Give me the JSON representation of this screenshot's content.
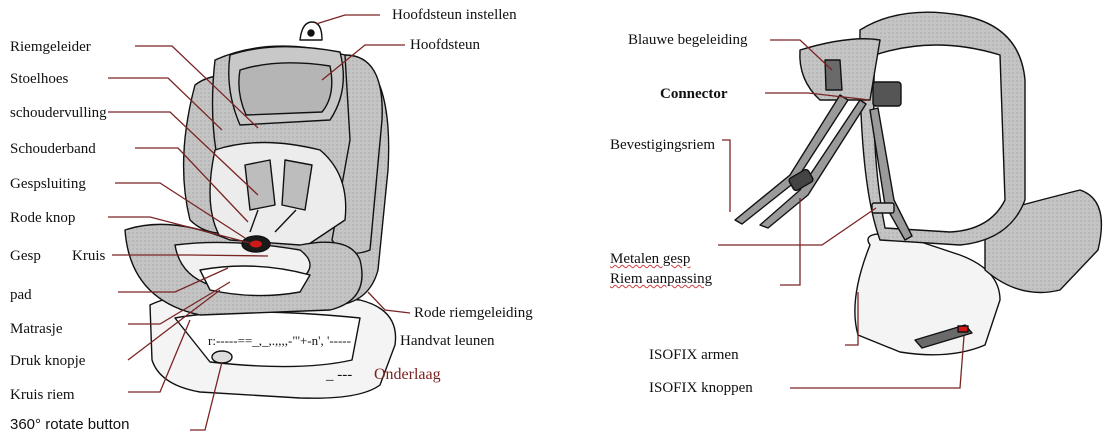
{
  "left_labels": {
    "hoofdsteun_instellen": "Hoofdsteun instellen",
    "hoofdsteun": "Hoofdsteun",
    "riemgeleider": "Riemgeleider",
    "stoelhoes": "Stoelhoes",
    "schoudervulling": "schoudervulling",
    "schouderband": "Schouderband",
    "gespsluiting": "Gespsluiting",
    "rode_knop": "Rode knop",
    "gesp": "Gesp",
    "kruis": "Kruis",
    "pad": "pad",
    "matrasje": "Matrasje",
    "druk_knopje": "Druk knopje",
    "kruis_riem": "Kruis riem",
    "rotate_button": "360° rotate button",
    "rode_riemgeleiding": "Rode riemgeleiding",
    "handvat_prefix": "r:-----==_,_,.,,,,-\"'+-n', '-----",
    "handvat_leunen": "Handvat leunen",
    "onderlaag_prefix": "_ ---",
    "onderlaag": "Onderlaag"
  },
  "right_labels": {
    "blauwe_begeleiding": "Blauwe begeleiding",
    "connector": "Connector",
    "bevestigingsriem": "Bevestigingsriem",
    "metalen_gesp": "Metalen gesp",
    "riem_aanpassing": "Riem aanpassing",
    "isofix_armen": "ISOFIX armen",
    "isofix_knoppen": "ISOFIX knoppen"
  },
  "colors": {
    "seat_gray": "#bdbdbd",
    "seat_light": "#e9e9e9",
    "outline": "#111111",
    "leader_line": "#7a2424",
    "red_button": "#d01818",
    "maroon_text": "#7a1f1f"
  }
}
